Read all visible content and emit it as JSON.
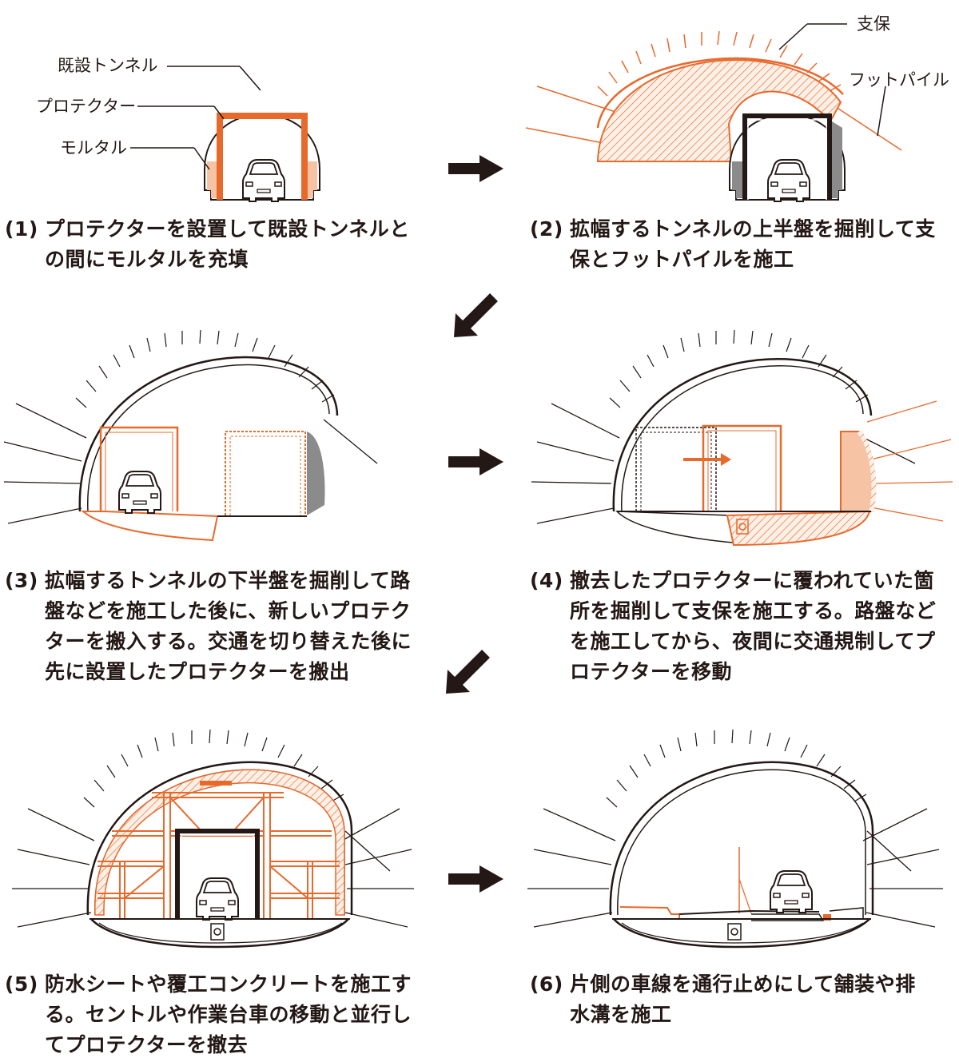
{
  "colors": {
    "ink": "#231815",
    "orange": "#e8692c",
    "mortar": "#f6c4a4",
    "dark_gray": "#8b8b8b"
  },
  "labels": {
    "existing_tunnel": "既設トンネル",
    "protector": "プロテクター",
    "mortar": "モルタル",
    "support": "支保",
    "foot_pile": "フットパイル"
  },
  "steps": [
    {
      "number": "(1)",
      "text": "プロテクターを設置して既設トンネルと\nの間にモルタルを充填"
    },
    {
      "number": "(2)",
      "text": "拡幅するトンネルの上半盤を掘削して支\n保とフットパイルを施工"
    },
    {
      "number": "(3)",
      "text": "拡幅するトンネルの下半盤を掘削して路\n盤などを施工した後に、新しいプロテク\nターを搬入する。交通を切り替えた後に\n先に設置したプロテクターを搬出"
    },
    {
      "number": "(4)",
      "text": "撤去したプロテクターに覆われていた箇\n所を掘削して支保を施工する。路盤など\nを施工してから、夜間に交通規制してプ\nロテクターを移動"
    },
    {
      "number": "(5)",
      "text": "防水シートや覆工コンクリートを施工す\nる。セントルや作業台車の移動と並行し\nてプロテクターを撤去"
    },
    {
      "number": "(6)",
      "text": "片側の車線を通行止めにして舗装や排\n水溝を施工"
    }
  ],
  "arrows": [
    "right-arrow",
    "down-left-arrow",
    "right-arrow",
    "down-left-arrow",
    "right-arrow"
  ]
}
